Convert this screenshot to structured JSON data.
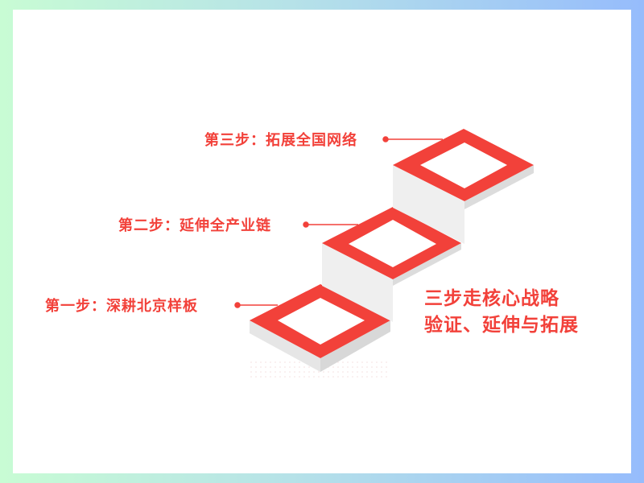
{
  "steps": [
    {
      "label": "第一步：深耕北京样板"
    },
    {
      "label": "第二步：延伸全产业链"
    },
    {
      "label": "第三步：拓展全国网络"
    }
  ],
  "summary": {
    "line1": "三步走核心战略",
    "line2": "验证、延伸与拓展"
  },
  "colors": {
    "accent": "#f2413a",
    "riser": "#eeeeee",
    "bg_start": "#c8fcd4",
    "bg_end": "#96bcfc"
  }
}
